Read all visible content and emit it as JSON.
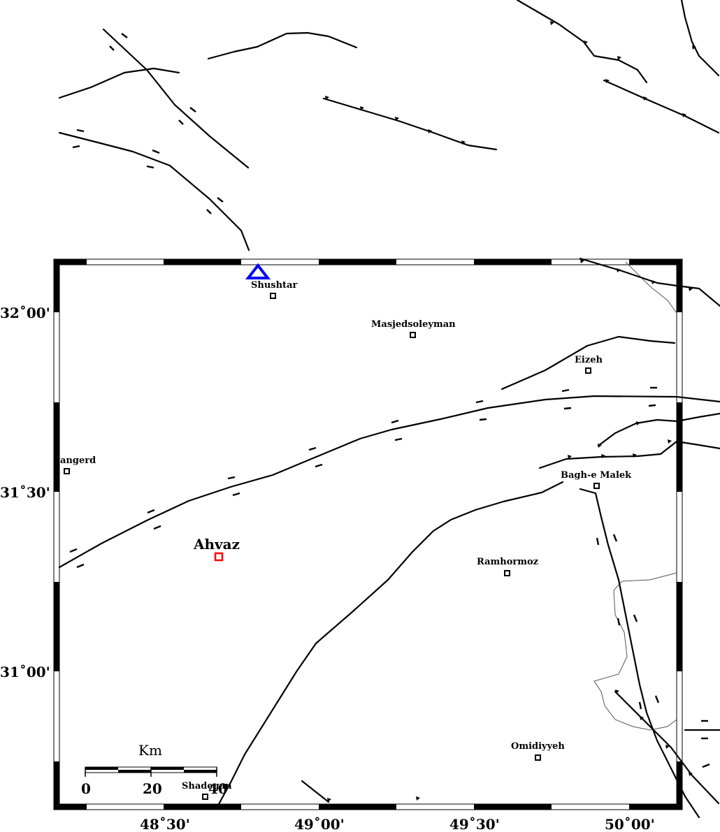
{
  "map": {
    "cities": [
      {
        "name": "Shushtar"
      },
      {
        "name": "Masjedsoleyman"
      },
      {
        "name": "Eizeh"
      },
      {
        "name": "angerd"
      },
      {
        "name": "Bagh-e Malek"
      },
      {
        "name": "Ramhormoz"
      },
      {
        "name": "Omidiyyeh"
      },
      {
        "name": "Shadegan"
      }
    ],
    "main_city": {
      "name": "Ahvaz",
      "marker_color": "#ff0000"
    },
    "station_marker": {
      "shape": "triangle",
      "color": "#0000ff"
    },
    "latitude_labels": [
      "32˚00'",
      "31˚30'",
      "31˚00'"
    ],
    "longitude_labels": [
      "48˚30'",
      "49˚00'",
      "49˚30'",
      "50˚00'"
    ],
    "scale_bar": {
      "title": "Km",
      "ticks": [
        "0",
        "20",
        "40"
      ]
    },
    "colors": {
      "faults": "#000000",
      "coastline": "#555555",
      "frame": "#000000"
    }
  }
}
